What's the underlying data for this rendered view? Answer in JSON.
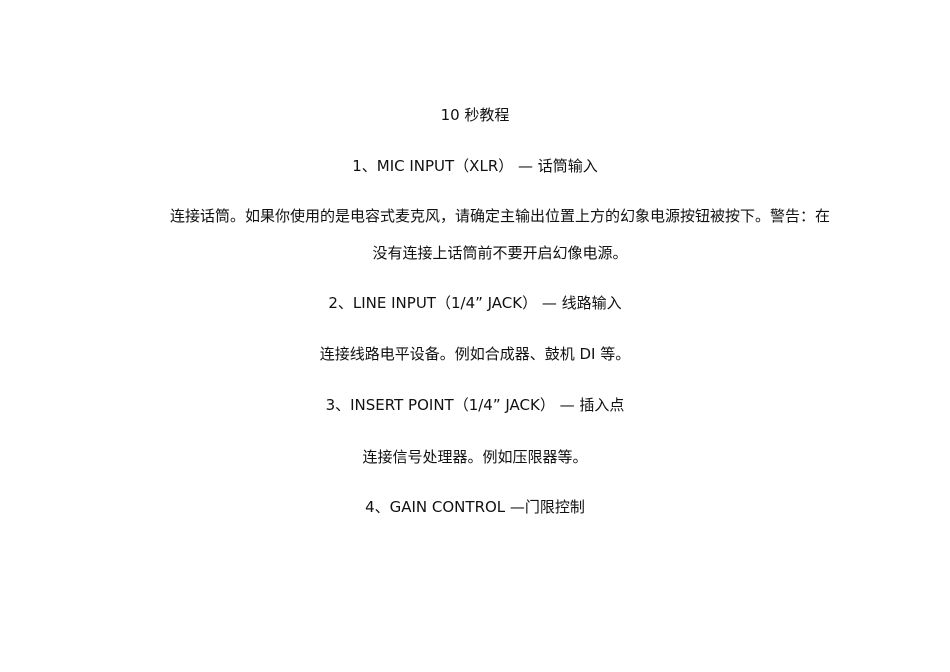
{
  "document": {
    "title": "10 秒教程",
    "sections": [
      {
        "heading": "1、MIC INPUT（XLR）  —  话筒输入",
        "body_lines": [
          "连接话筒。如果你使用的是电容式麦克风，请确定主输出位置上方的幻象电源按钮被按下。警告：在",
          "没有连接上话筒前不要开启幻像电源。"
        ]
      },
      {
        "heading": "2、LINE INPUT（1/4” JACK）  —  线路输入",
        "body_lines": [
          "连接线路电平设备。例如合成器、鼓机  DI 等。"
        ]
      },
      {
        "heading": "3、INSERT POINT（1/4” JACK）  —  插入点",
        "body_lines": [
          "连接信号处理器。例如压限器等。"
        ]
      },
      {
        "heading": "4、GAIN CONTROL —门限控制",
        "body_lines": []
      }
    ]
  }
}
